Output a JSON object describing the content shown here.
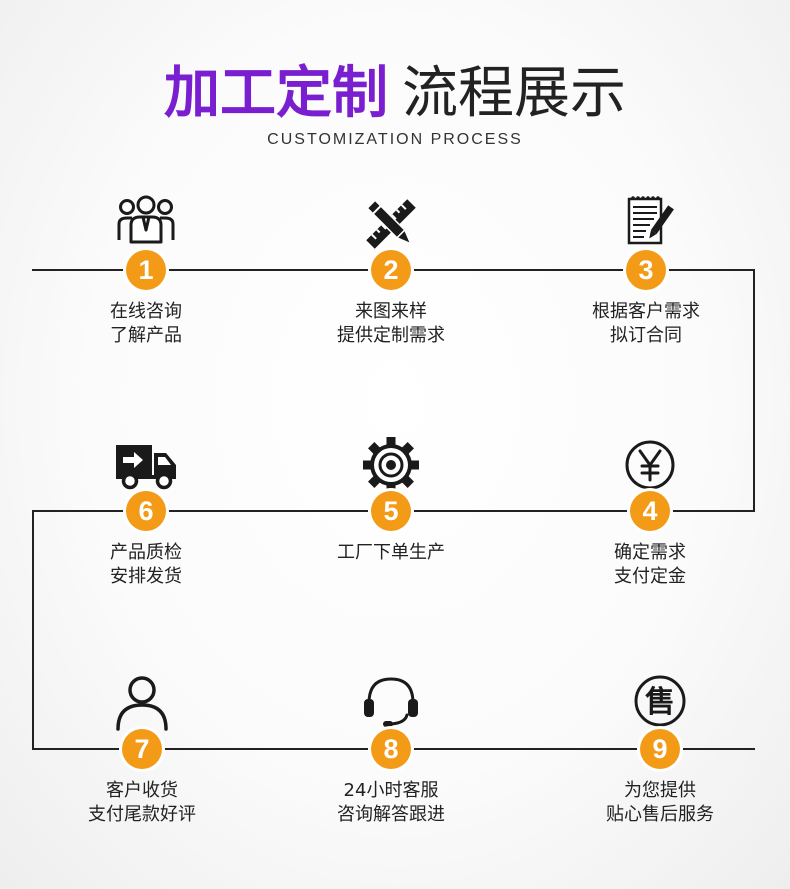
{
  "header": {
    "title_highlight": "加工定制",
    "title_rest": "流程展示",
    "subtitle": "CUSTOMIZATION PROCESS"
  },
  "colors": {
    "accent": "#7a1fd0",
    "badge": "#f39a17",
    "line": "#222222"
  },
  "steps": [
    {
      "number": "1",
      "icon": "group-people-icon",
      "line1": "在线咨询",
      "line2": "了解产品"
    },
    {
      "number": "2",
      "icon": "pencil-ruler-icon",
      "line1": "来图来样",
      "line2": "提供定制需求"
    },
    {
      "number": "3",
      "icon": "notepad-pen-icon",
      "line1": "根据客户需求",
      "line2": "拟订合同"
    },
    {
      "number": "4",
      "icon": "yen-coin-icon",
      "line1": "确定需求",
      "line2": "支付定金"
    },
    {
      "number": "5",
      "icon": "gear-icon",
      "line1": "工厂下单生产",
      "line2": ""
    },
    {
      "number": "6",
      "icon": "delivery-truck-icon",
      "line1": "产品质检",
      "line2": "安排发货"
    },
    {
      "number": "7",
      "icon": "user-icon",
      "line1": "客户收货",
      "line2": "支付尾款好评"
    },
    {
      "number": "8",
      "icon": "headset-icon",
      "line1": "24小时客服",
      "line2": "咨询解答跟进"
    },
    {
      "number": "9",
      "icon": "after-sales-icon",
      "line1": "为您提供",
      "line2": "贴心售后服务",
      "icon_text": "售"
    }
  ]
}
